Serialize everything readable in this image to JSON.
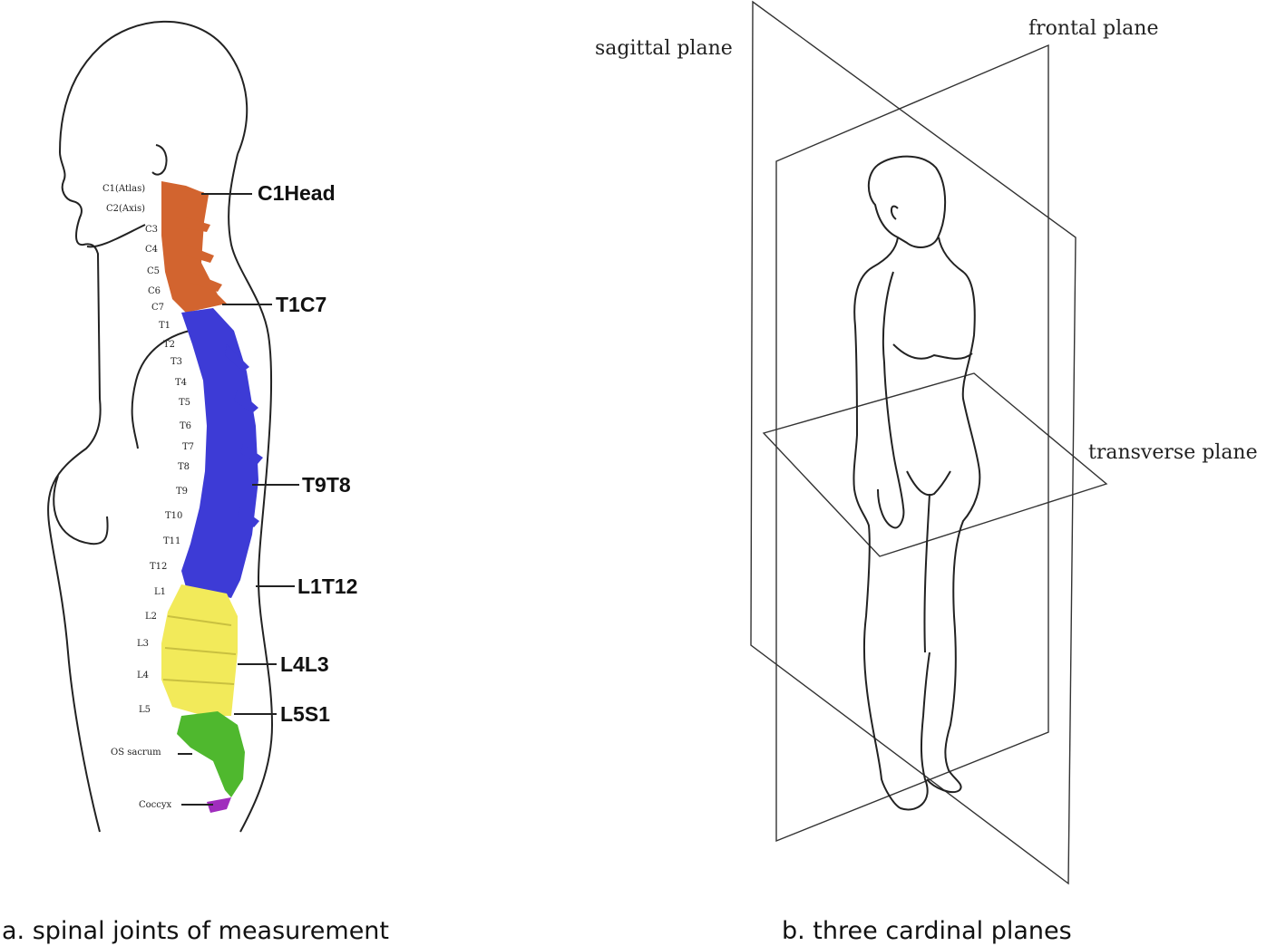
{
  "panel_a": {
    "vertebra_labels": [
      "C1(Atlas)",
      "C2(Axis)",
      "C3",
      "C4",
      "C5",
      "C6",
      "C7",
      "T1",
      "T2",
      "T3",
      "T4",
      "T5",
      "T6",
      "T7",
      "T8",
      "T9",
      "T10",
      "T11",
      "T12",
      "L1",
      "L2",
      "L3",
      "L4",
      "L5",
      "OS sacrum",
      "Coccyx"
    ],
    "joint_labels": [
      "C1Head",
      "T1C7",
      "T9T8",
      "L1T12",
      "L4L3",
      "L5S1"
    ],
    "colors": {
      "cervical": "#d2642f",
      "thoracic": "#3d3bd6",
      "lumbar": "#f2ea5a",
      "sacrum": "#4fb82e",
      "coccyx": "#a02dbd"
    },
    "caption": "a. spinal joints of measurement"
  },
  "panel_b": {
    "plane_labels": {
      "sagittal": "sagittal plane",
      "frontal": "frontal plane",
      "transverse": "transverse plane"
    },
    "caption": "b. three cardinal planes"
  }
}
